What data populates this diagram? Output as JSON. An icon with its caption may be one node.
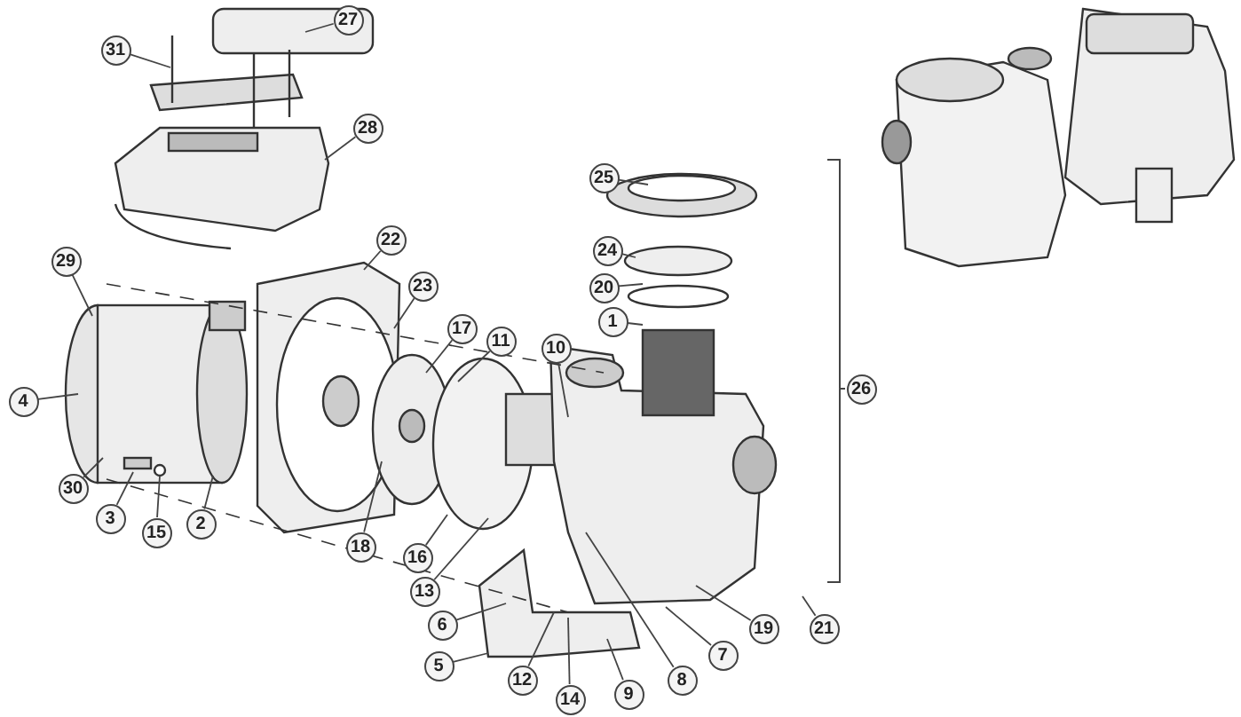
{
  "diagram": {
    "nodes": [
      {
        "text": [
          "27"
        ]
      },
      {
        "text": [
          "31"
        ]
      },
      {
        "text": [
          "28"
        ]
      },
      {
        "text": [
          "25"
        ]
      },
      {
        "text": [
          "22"
        ]
      },
      {
        "text": [
          "24"
        ]
      },
      {
        "text": [
          "29"
        ]
      },
      {
        "text": [
          "23"
        ]
      },
      {
        "text": [
          "20"
        ]
      },
      {
        "text": [
          "1"
        ]
      },
      {
        "text": [
          "17"
        ]
      },
      {
        "text": [
          "11"
        ]
      },
      {
        "text": [
          "10"
        ]
      },
      {
        "text": [
          "26"
        ]
      },
      {
        "text": [
          "4"
        ]
      },
      {
        "text": [
          "30"
        ]
      },
      {
        "text": [
          "3"
        ]
      },
      {
        "text": [
          "2"
        ]
      },
      {
        "text": [
          "15"
        ]
      },
      {
        "text": [
          "18"
        ]
      },
      {
        "text": [
          "16"
        ]
      },
      {
        "text": [
          "13"
        ]
      },
      {
        "text": [
          "6"
        ]
      },
      {
        "text": [
          "19"
        ]
      },
      {
        "text": [
          "21"
        ]
      },
      {
        "text": [
          "7"
        ]
      },
      {
        "text": [
          "5"
        ]
      },
      {
        "text": [
          "8"
        ]
      },
      {
        "text": [
          "12"
        ]
      },
      {
        "text": [
          "9"
        ]
      },
      {
        "text": [
          "14"
        ]
      }
    ],
    "edges": [
      {
        "from": 0,
        "to": null,
        "arrow": "none"
      },
      {
        "from": 1,
        "to": null,
        "arrow": "none"
      },
      {
        "from": 2,
        "to": null,
        "arrow": "none"
      },
      {
        "from": 3,
        "to": null,
        "arrow": "none"
      },
      {
        "from": 4,
        "to": null,
        "arrow": "none"
      },
      {
        "from": 5,
        "to": null,
        "arrow": "none"
      },
      {
        "from": 6,
        "to": null,
        "arrow": "none"
      },
      {
        "from": 7,
        "to": null,
        "arrow": "none"
      },
      {
        "from": 8,
        "to": null,
        "arrow": "none"
      },
      {
        "from": 9,
        "to": null,
        "arrow": "none"
      },
      {
        "from": 10,
        "to": null,
        "arrow": "none"
      },
      {
        "from": 11,
        "to": null,
        "arrow": "none"
      },
      {
        "from": 12,
        "to": null,
        "arrow": "none"
      },
      {
        "from": 14,
        "to": null,
        "arrow": "none"
      },
      {
        "from": 15,
        "to": null,
        "arrow": "none"
      },
      {
        "from": 16,
        "to": null,
        "arrow": "none"
      },
      {
        "from": 17,
        "to": null,
        "arrow": "none"
      },
      {
        "from": 18,
        "to": null,
        "arrow": "none"
      },
      {
        "from": 19,
        "to": null,
        "arrow": "none"
      },
      {
        "from": 20,
        "to": null,
        "arrow": "none"
      },
      {
        "from": 21,
        "to": null,
        "arrow": "none"
      },
      {
        "from": 22,
        "to": null,
        "arrow": "none"
      },
      {
        "from": 23,
        "to": null,
        "arrow": "none"
      },
      {
        "from": 24,
        "to": null,
        "arrow": "none"
      },
      {
        "from": 25,
        "to": null,
        "arrow": "none"
      },
      {
        "from": 26,
        "to": null,
        "arrow": "none"
      },
      {
        "from": 27,
        "to": null,
        "arrow": "none"
      },
      {
        "from": 28,
        "to": null,
        "arrow": "none"
      },
      {
        "from": 29,
        "to": null,
        "arrow": "none"
      },
      {
        "from": 30,
        "to": null,
        "arrow": "none"
      }
    ]
  }
}
